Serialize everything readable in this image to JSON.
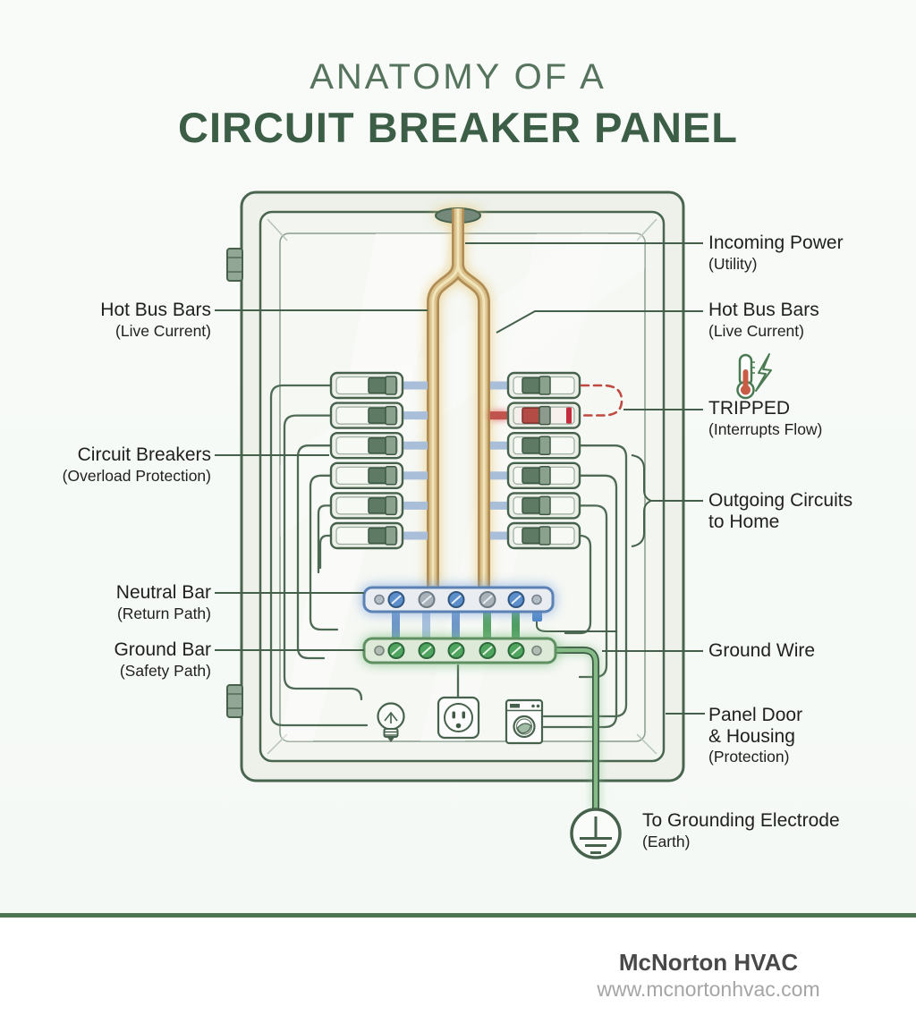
{
  "title": {
    "line1": "ANATOMY OF A",
    "line2": "CIRCUIT BREAKER PANEL"
  },
  "labels": {
    "hot_bus_left": {
      "main": "Hot Bus Bars",
      "sub": "(Live Current)"
    },
    "circuit_breakers": {
      "main": "Circuit Breakers",
      "sub": "(Overload Protection)"
    },
    "neutral_bar": {
      "main": "Neutral Bar",
      "sub": "(Return Path)"
    },
    "ground_bar": {
      "main": "Ground Bar",
      "sub": "(Safety Path)"
    },
    "incoming_power": {
      "main": "Incoming Power",
      "sub": "(Utility)"
    },
    "hot_bus_right": {
      "main": "Hot Bus Bars",
      "sub": "(Live Current)"
    },
    "tripped": {
      "main": "TRIPPED",
      "sub": "(Interrupts Flow)"
    },
    "outgoing_circuits": {
      "line1": "Outgoing Circuits",
      "line2": "to Home"
    },
    "ground_wire": {
      "main": "Ground Wire"
    },
    "panel_door": {
      "line1": "Panel Door",
      "line2": "& Housing",
      "line3": "(Protection)"
    },
    "grounding_electrode": {
      "main": "To Grounding Electrode",
      "sub": "(Earth)"
    }
  },
  "panel": {
    "breakers_per_side": 6,
    "tripped_column": "right",
    "tripped_index": 1
  },
  "icons": [
    "thermometer-bolt-icon",
    "light-bulb-icon",
    "power-outlet-icon",
    "washing-machine-icon",
    "earth-ground-icon"
  ],
  "colors": {
    "title_green": "#3c5e46",
    "line_green": "#47624c",
    "bus_bar_tan": "#c8a76e",
    "neutral_blue": "#5b82b5",
    "ground_green": "#55975d",
    "tripped_red": "#c42b3d",
    "footer_rule_green": "#4e7350"
  },
  "footer": {
    "brand": "McNorton HVAC",
    "website": "www.mcnortonhvac.com"
  }
}
